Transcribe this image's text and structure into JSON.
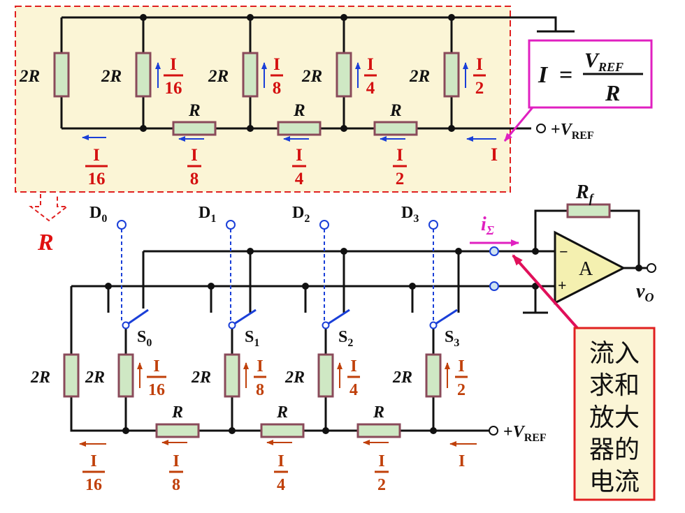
{
  "colors": {
    "wire": "#111111",
    "resistor_fill": "#cfe8c4",
    "resistor_stroke": "#8a4a5a",
    "highlight_bg": "#fbf5d6",
    "highlight_border": "#e02020",
    "current_top": "#d41010",
    "current_bottom": "#c0400a",
    "arrow_blue": "#1a3fd8",
    "arrow_orange": "#c0400a",
    "formula_border": "#e020c0",
    "isum": "#e020c0",
    "note_bg": "#fbf5d6",
    "note_border": "#e02020",
    "pointer_red": "#e0105a",
    "r_label": "#e01010",
    "dashed_blue": "#1a3fd8"
  },
  "top_ladder": {
    "shunt_labels": [
      "2R",
      "2R",
      "2R",
      "2R",
      "2R"
    ],
    "series_labels": [
      "R",
      "R",
      "R"
    ],
    "branch_currents": [
      {
        "num": "I",
        "den": "16"
      },
      {
        "num": "I",
        "den": "8"
      },
      {
        "num": "I",
        "den": "4"
      },
      {
        "num": "I",
        "den": "2"
      }
    ],
    "rail_currents": [
      {
        "num": "I",
        "den": "16"
      },
      {
        "num": "I",
        "den": "8"
      },
      {
        "num": "I",
        "den": "4"
      },
      {
        "num": "I",
        "den": "2"
      }
    ],
    "input_current": "I",
    "vref_prefix": "+",
    "vref_v": "V",
    "vref_sub": "REF"
  },
  "formula": {
    "lhs": "I",
    "eq": "=",
    "num_v": "V",
    "num_sub": "REF",
    "den": "R"
  },
  "equivalent_label": "R",
  "switches": {
    "data_inputs": [
      {
        "letter": "D",
        "index": "0"
      },
      {
        "letter": "D",
        "index": "1"
      },
      {
        "letter": "D",
        "index": "2"
      },
      {
        "letter": "D",
        "index": "3"
      }
    ],
    "switch_labels": [
      {
        "letter": "S",
        "index": "0"
      },
      {
        "letter": "S",
        "index": "1"
      },
      {
        "letter": "S",
        "index": "2"
      },
      {
        "letter": "S",
        "index": "3"
      }
    ]
  },
  "bottom_ladder": {
    "shunt_labels": [
      "2R",
      "2R",
      "2R",
      "2R",
      "2R"
    ],
    "series_labels": [
      "R",
      "R",
      "R"
    ],
    "branch_currents": [
      {
        "num": "I",
        "den": "16"
      },
      {
        "num": "I",
        "den": "8"
      },
      {
        "num": "I",
        "den": "4"
      },
      {
        "num": "I",
        "den": "2"
      }
    ],
    "rail_currents": [
      {
        "num": "I",
        "den": "16"
      },
      {
        "num": "I",
        "den": "8"
      },
      {
        "num": "I",
        "den": "4"
      },
      {
        "num": "I",
        "den": "2"
      }
    ],
    "input_current": "I",
    "vref_prefix": "+",
    "vref_v": "V",
    "vref_sub": "REF"
  },
  "opamp": {
    "label": "A",
    "minus": "−",
    "plus": "+",
    "rf_letter": "R",
    "rf_sub": "f",
    "output_letter": "v",
    "output_sub": "O",
    "isum_letter": "i",
    "isum_sub": "Σ"
  },
  "note": {
    "lines": [
      "流入",
      "求和",
      "放大",
      "器的",
      "电流"
    ]
  }
}
